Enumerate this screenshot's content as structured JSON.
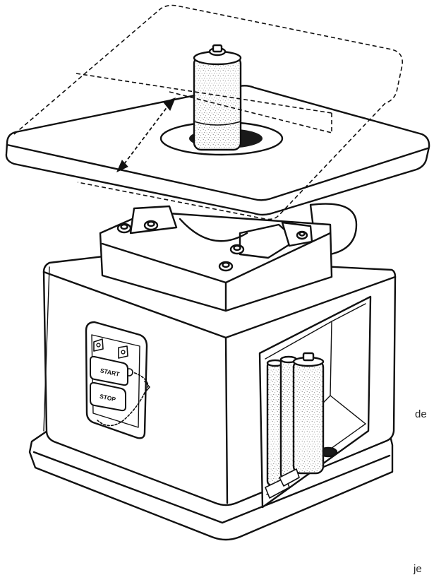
{
  "diagram": {
    "buttons": {
      "start": "START",
      "stop": "STOP"
    },
    "edge_text": [
      "de",
      "je"
    ],
    "colors": {
      "ink": "#111111",
      "paper": "#ffffff",
      "speckle": "#6f6f6f",
      "hole": "#1a1a1a"
    }
  }
}
